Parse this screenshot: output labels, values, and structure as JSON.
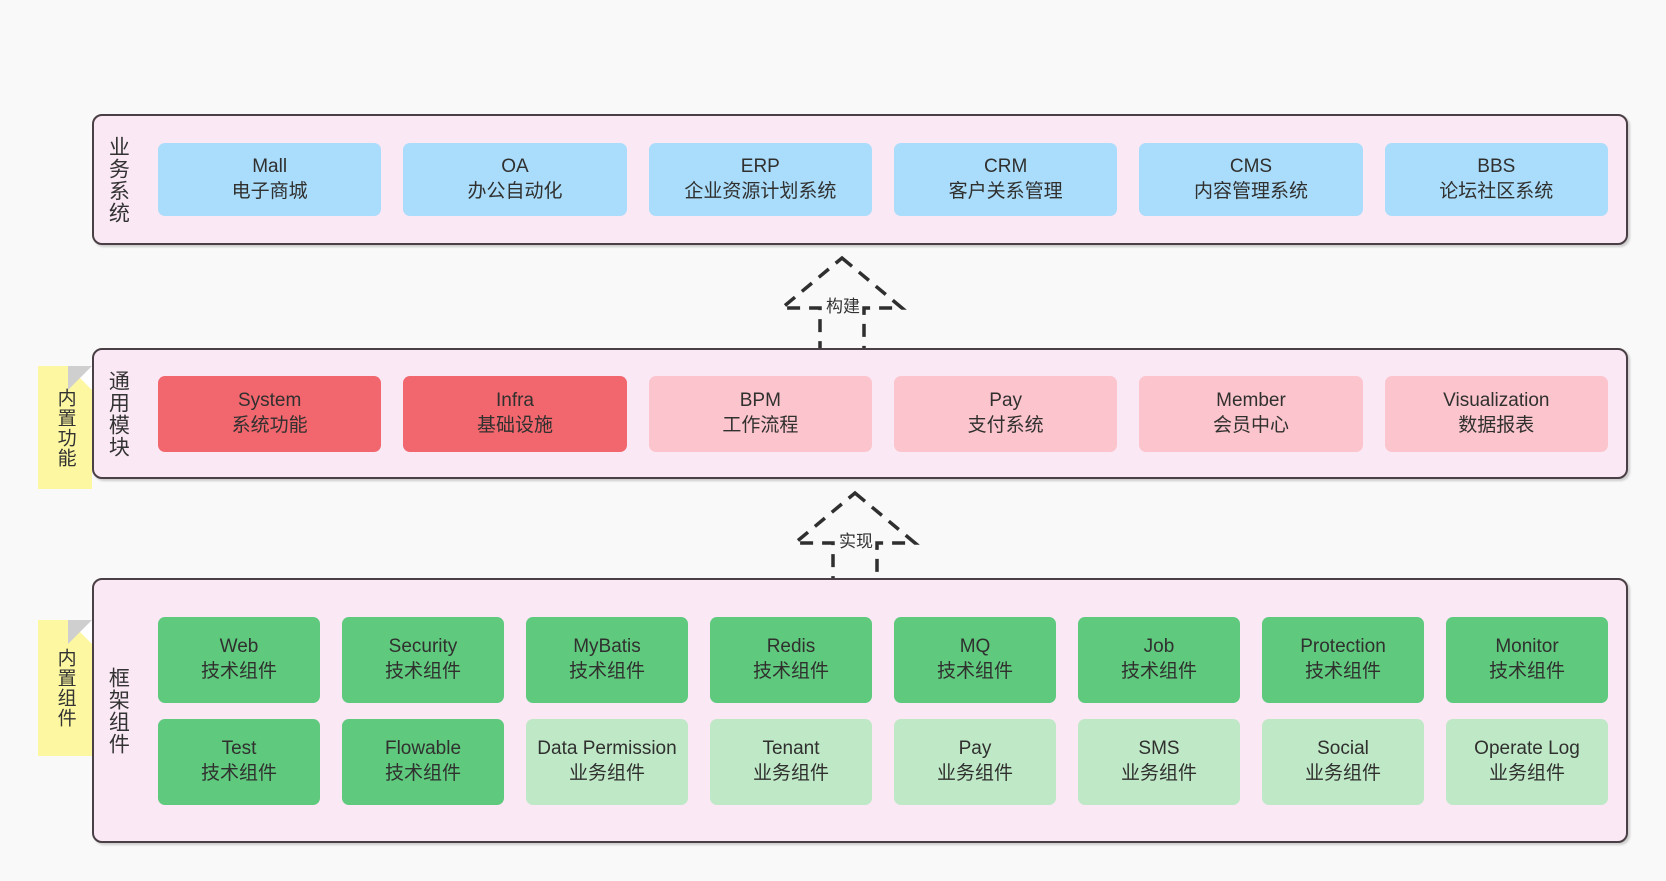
{
  "canvas": {
    "background": "#f9f9f9",
    "band_background": "#fae8f4",
    "band_border": "#4a3f44",
    "note_background": "#fcf7a0"
  },
  "notes": [
    {
      "name": "builtin-features",
      "text": "内置功能"
    },
    {
      "name": "builtin-components",
      "text": "内置组件"
    }
  ],
  "arrows": [
    {
      "name": "build-arrow",
      "label": "构建",
      "style": "dashed-hollow-triangle",
      "direction": "up"
    },
    {
      "name": "implement-arrow",
      "label": "实现",
      "style": "dashed-hollow-triangle",
      "direction": "up"
    }
  ],
  "bands": {
    "business": {
      "title": "业务系统",
      "color": "#aadcfb",
      "tiles": [
        {
          "name": "Mall",
          "sub": "电子商城"
        },
        {
          "name": "OA",
          "sub": "办公自动化"
        },
        {
          "name": "ERP",
          "sub": "企业资源计划系统"
        },
        {
          "name": "CRM",
          "sub": "客户关系管理"
        },
        {
          "name": "CMS",
          "sub": "内容管理系统"
        },
        {
          "name": "BBS",
          "sub": "论坛社区系统"
        }
      ]
    },
    "modules": {
      "title": "通用模块",
      "colors": {
        "primary": "#f2666e",
        "secondary": "#fcc5cd"
      },
      "tiles": [
        {
          "name": "System",
          "sub": "系统功能",
          "color": "#f2666e"
        },
        {
          "name": "Infra",
          "sub": "基础设施",
          "color": "#f2666e"
        },
        {
          "name": "BPM",
          "sub": "工作流程",
          "color": "#fcc5cd"
        },
        {
          "name": "Pay",
          "sub": "支付系统",
          "color": "#fcc5cd"
        },
        {
          "name": "Member",
          "sub": "会员中心",
          "color": "#fcc5cd"
        },
        {
          "name": "Visualization",
          "sub": "数据报表",
          "color": "#fcc5cd"
        }
      ]
    },
    "framework": {
      "title": "框架组件",
      "colors": {
        "tech": "#5fc97d",
        "business": "#bfe8c7"
      },
      "row1": [
        {
          "name": "Web",
          "sub": "技术组件",
          "color": "#5fc97d"
        },
        {
          "name": "Security",
          "sub": "技术组件",
          "color": "#5fc97d"
        },
        {
          "name": "MyBatis",
          "sub": "技术组件",
          "color": "#5fc97d"
        },
        {
          "name": "Redis",
          "sub": "技术组件",
          "color": "#5fc97d"
        },
        {
          "name": "MQ",
          "sub": "技术组件",
          "color": "#5fc97d"
        },
        {
          "name": "Job",
          "sub": "技术组件",
          "color": "#5fc97d"
        },
        {
          "name": "Protection",
          "sub": "技术组件",
          "color": "#5fc97d"
        },
        {
          "name": "Monitor",
          "sub": "技术组件",
          "color": "#5fc97d"
        }
      ],
      "row2": [
        {
          "name": "Test",
          "sub": "技术组件",
          "color": "#5fc97d"
        },
        {
          "name": "Flowable",
          "sub": "技术组件",
          "color": "#5fc97d"
        },
        {
          "name": "Data Permission",
          "sub": "业务组件",
          "color": "#bfe8c7"
        },
        {
          "name": "Tenant",
          "sub": "业务组件",
          "color": "#bfe8c7"
        },
        {
          "name": "Pay",
          "sub": "业务组件",
          "color": "#bfe8c7"
        },
        {
          "name": "SMS",
          "sub": "业务组件",
          "color": "#bfe8c7"
        },
        {
          "name": "Social",
          "sub": "业务组件",
          "color": "#bfe8c7"
        },
        {
          "name": "Operate Log",
          "sub": "业务组件",
          "color": "#bfe8c7"
        }
      ]
    }
  }
}
